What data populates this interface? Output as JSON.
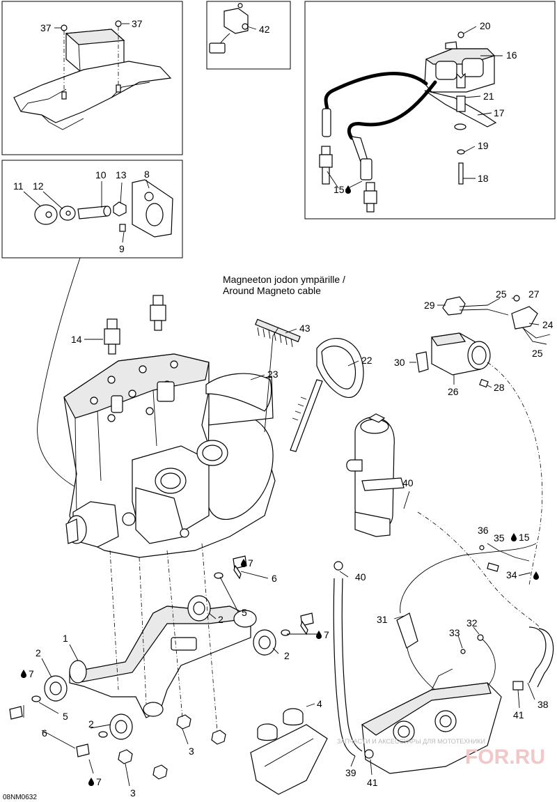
{
  "diagram": {
    "note_line1": "Magneeton jodon ympärille /",
    "note_line2": "Around Magneto cable",
    "drawing_code": "08NM0632",
    "watermark_small": "ЗАПЧАСТИ И АКСЕССУАРЫ ДЛЯ МОТОТЕХНИКИ",
    "watermark_logo": "FOR.RU",
    "callouts": {
      "c37a": "37",
      "c37b": "37",
      "c42": "42",
      "c20": "20",
      "c16": "16",
      "c21": "21",
      "c17": "17",
      "c19": "19",
      "c18": "18",
      "c15a": "15",
      "c11": "11",
      "c12": "12",
      "c10": "10",
      "c13": "13",
      "c8": "8",
      "c9": "9",
      "c14": "14",
      "c43": "43",
      "c22": "22",
      "c23": "23",
      "c29": "29",
      "c25a": "25",
      "c27": "27",
      "c24": "24",
      "c25b": "25",
      "c30": "30",
      "c26": "26",
      "c28": "28",
      "c40a": "40",
      "c36": "36",
      "c35": "35",
      "c15b": "15",
      "c34": "34",
      "c7a": "7",
      "c6a": "6",
      "c5a": "5",
      "c2a": "2",
      "c7b": "7",
      "c2b": "2",
      "c40b": "40",
      "c1": "1",
      "c2c": "2",
      "c7c": "7",
      "c5b": "5",
      "c6b": "6",
      "c2d": "2",
      "c7d": "7",
      "c3a": "3",
      "c3b": "3",
      "c4": "4",
      "c31": "31",
      "c32": "32",
      "c33": "33",
      "c41a": "41",
      "c38": "38",
      "c39": "39",
      "c41b": "41"
    }
  }
}
